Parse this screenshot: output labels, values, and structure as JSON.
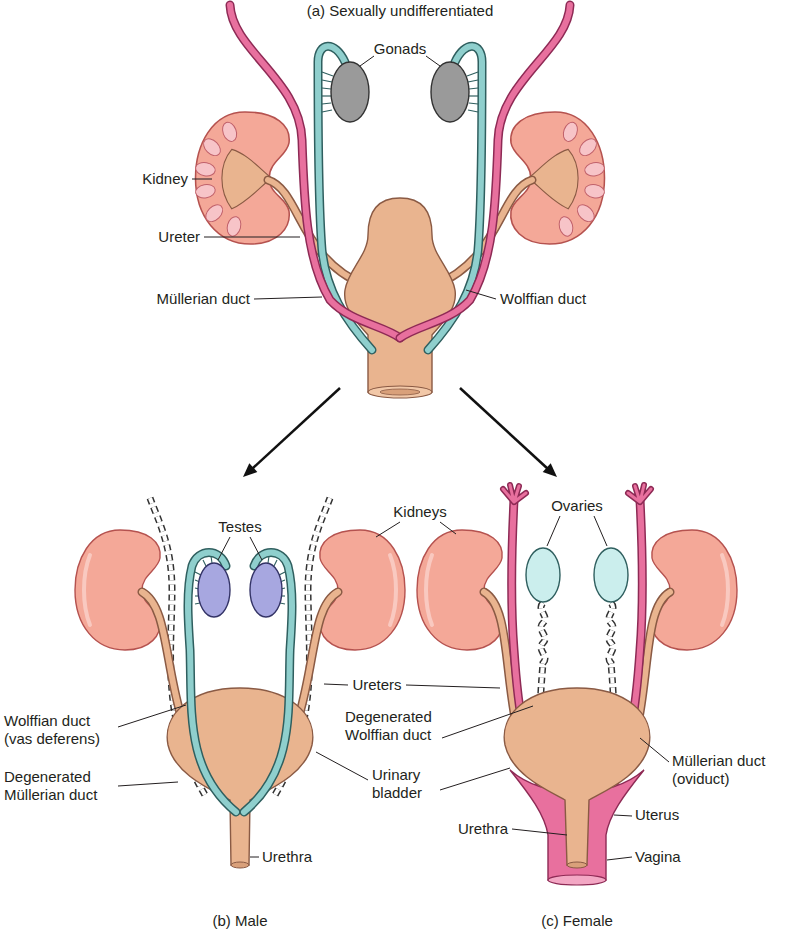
{
  "diagram": {
    "labels": [
      "(a) Sexually undifferentiated",
      "Gonads",
      "Kidney",
      "Ureter",
      "Müllerian duct",
      "Wolffian duct",
      "Testes",
      "Kidneys",
      "Ovaries",
      "Ureters",
      "Wolffian duct (vas deferens)",
      "Degenerated Müllerian duct",
      "Urinary bladder",
      "Urethra",
      "Degenerated Wolffian duct",
      "Müllerian duct (oviduct)",
      "Uterus",
      "Urethra",
      "Vagina",
      "(b) Male",
      "(c) Female"
    ]
  }
}
